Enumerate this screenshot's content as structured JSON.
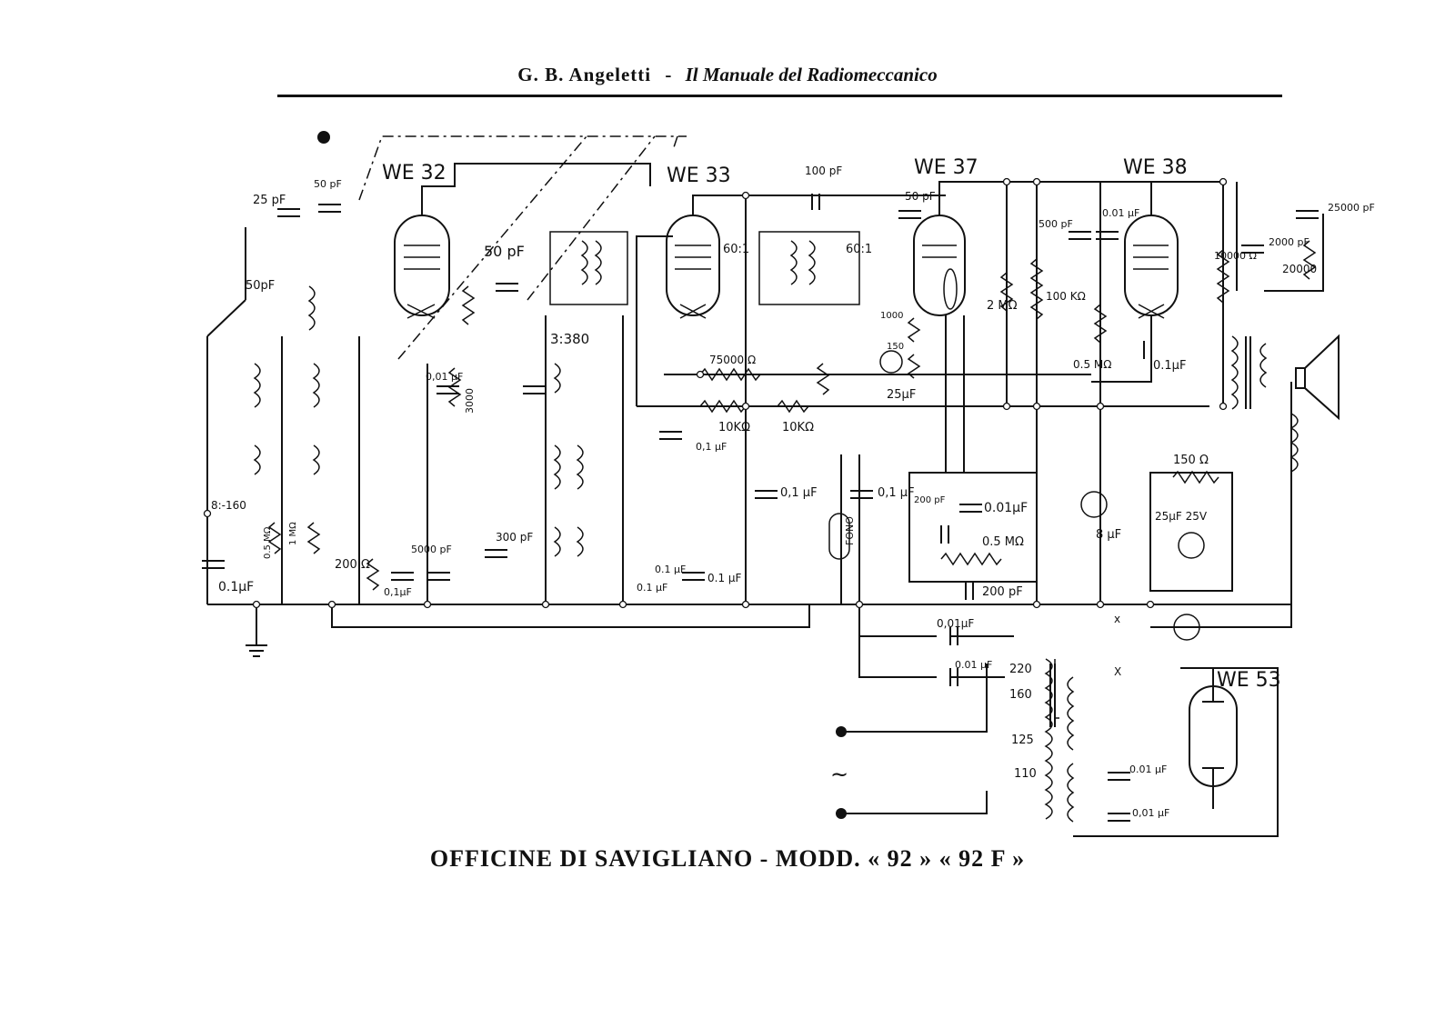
{
  "header": {
    "author": "G. B. Angeletti",
    "separator": "-",
    "book": "Il Manuale del Radiomeccanico"
  },
  "caption": "OFFICINE DI SAVIGLIANO - MODD. « 92 » « 92 F »",
  "tubes": {
    "we32": "WE 32",
    "we33": "WE 33",
    "we37": "WE 37",
    "we38": "WE 38",
    "we53": "WE 53"
  },
  "labels": {
    "c25pf": "25 pF",
    "c50pf_top": "50 pF",
    "c50pf_left": "50pF",
    "c50pf_mid": "50 pF",
    "c3380": "3:380",
    "c100pf": "100 pF",
    "c50pf_37": "50 pF",
    "r60": "60:1",
    "r60b": "60:1",
    "c500pf": "500 pF",
    "c001_38": "0.01 µF",
    "c2000pf": "2000 pF",
    "c25000pf": "25000 pF",
    "r20000": "20000",
    "r10000": "10000 Ω",
    "r2mohm": "2 MΩ",
    "r100k": "100 KΩ",
    "r75000": "75000 Ω",
    "r10k_a": "10KΩ",
    "r10k_b": "10KΩ",
    "c01_mid": "0,1 µF",
    "c01_a": "0,1 µF",
    "c01_b": "0,1 µF",
    "r05m": "0.5 MΩ",
    "c01_38": "0.1µF",
    "c25uf": "25µF",
    "r1000": "1000",
    "r150": "150",
    "c001_a": "0.01µF",
    "r05_mid": "0.5 MΩ",
    "c200pf": "200 pF",
    "c200pf_b": "200 pF",
    "c8uf": "8 µF",
    "r150ohm": "150 Ω",
    "c25uf25v": "25µF 25V",
    "fono": "FONO",
    "c0_1uf_left": "0.1µF",
    "r05_left": "0.5 MΩ",
    "r1m_left": "1 MΩ",
    "r200": "200 Ω",
    "c5000pf": "5000 pF",
    "c01uf_low": "0,1µF",
    "c300pf": "300 pF",
    "c01_low2": "0.1 µF",
    "c01_low3": "0.1 µF",
    "c01_low4": "0.1 µF",
    "r3000": "3000",
    "c001uf_left": "0,01 µF",
    "c8160": "8:-160",
    "c001_tr1": "0,01µF",
    "c001_tr2": "0.01 µF",
    "v220": "220",
    "v160": "160",
    "v125": "125",
    "v110": "110",
    "c001_53a": "0.01 µF",
    "c001_53b": "0,01 µF",
    "ac": "~",
    "x1": "x",
    "x2": "X"
  }
}
